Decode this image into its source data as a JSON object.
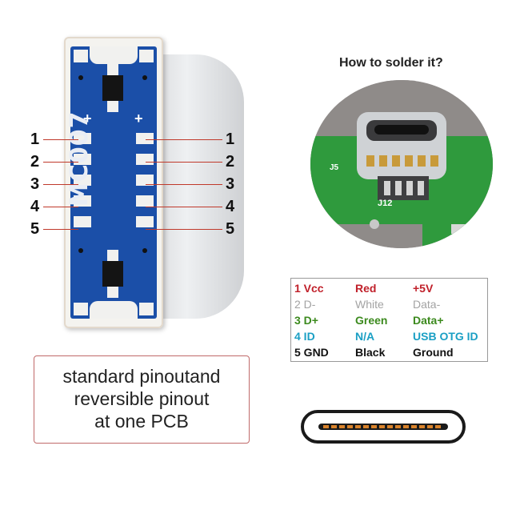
{
  "pcb": {
    "marking": "MC007",
    "plus_left": "+",
    "plus_right": "+",
    "pins_left": [
      "1",
      "2",
      "3",
      "4",
      "5"
    ],
    "pins_right": [
      "1",
      "2",
      "3",
      "4",
      "5"
    ],
    "color": "#1b4fa8"
  },
  "photo": {
    "title": "How to solder it?",
    "label_j5": "J5",
    "label_j12": "J12"
  },
  "pinout": {
    "rows": [
      {
        "pin": "1 Vcc",
        "wire": "Red",
        "signal": "+5V",
        "color": "#c0202a"
      },
      {
        "pin": "2 D-",
        "wire": "White",
        "signal": "Data-",
        "color": "#a3a3a3"
      },
      {
        "pin": "3 D+",
        "wire": "Green",
        "signal": "Data+",
        "color": "#3c8a1e"
      },
      {
        "pin": "4 ID",
        "wire": "N/A",
        "signal": "USB OTG ID",
        "color": "#1a9fc4"
      },
      {
        "pin": "5 GND",
        "wire": "Black",
        "signal": "Ground",
        "color": "#111111"
      }
    ]
  },
  "note": {
    "lines": [
      "standard pinoutand",
      "reversible pinout",
      "at one PCB"
    ]
  }
}
